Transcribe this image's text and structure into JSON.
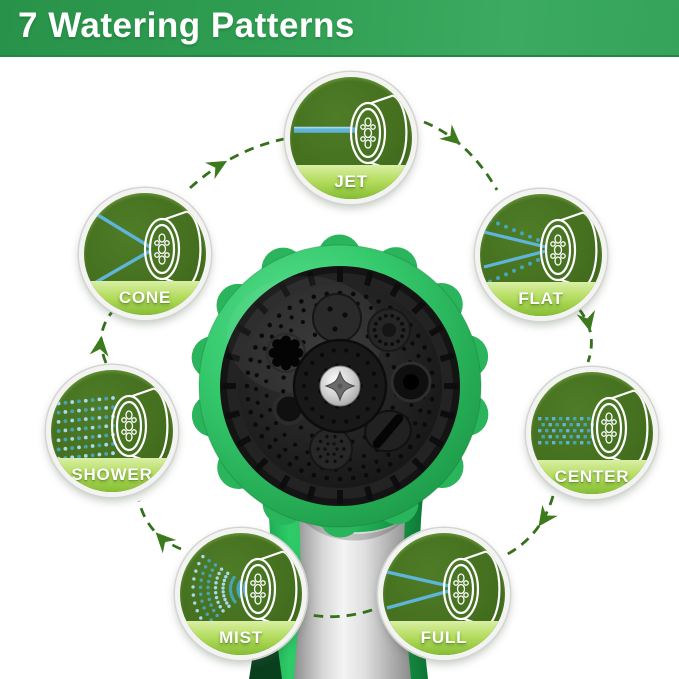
{
  "header": {
    "title": "7 Watering Patterns"
  },
  "patterns": [
    {
      "id": "jet",
      "label": "JET"
    },
    {
      "id": "flat",
      "label": "FLAT"
    },
    {
      "id": "center",
      "label": "CENTER"
    },
    {
      "id": "full",
      "label": "FULL"
    },
    {
      "id": "mist",
      "label": "MIST"
    },
    {
      "id": "shower",
      "label": "SHOWER"
    },
    {
      "id": "cone",
      "label": "CONE"
    }
  ],
  "colors": {
    "header_green": "#2f9e52",
    "badge_dark_green": "#44701f",
    "band_light_green": "#b3dc5c",
    "label_white": "#ffffff",
    "spray_blue": "#5fb4da",
    "spray_teal": "#46a5b8",
    "spray_light": "#a8d8ec",
    "arrow_green": "#35701a",
    "arrowhead_green": "#3c7a1e",
    "nozzle_green": "#2fbe62",
    "metal_gray": "#d9d9d9"
  }
}
